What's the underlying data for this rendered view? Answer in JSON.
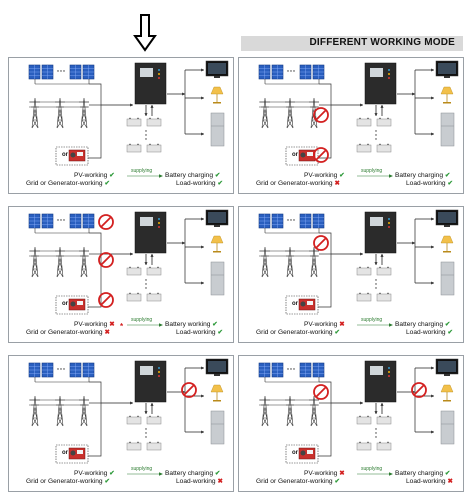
{
  "banner_title": "DIFFERENT WORKING MODE",
  "colors": {
    "ok": "#2e9a3a",
    "fail": "#d32020",
    "supply_line": "#2e7d32",
    "banner_bg": "#d9d9d9"
  },
  "icons": [
    "down-arrow-icon",
    "solar-panel-icon",
    "power-tower-icon",
    "generator-icon",
    "inverter-icon",
    "battery-icon",
    "tv-icon",
    "lamp-icon",
    "fridge-icon",
    "no-sign-icon",
    "check-mark",
    "cross-mark"
  ],
  "panels": [
    {
      "or_label": "or",
      "pv_label": "PV-working",
      "pv_mark": "✔",
      "grid_label": "Grid  or Generator-working",
      "grid_mark": "✔",
      "supplying_label": "supplying",
      "battery_label": "Battery charging",
      "battery_mark": "✔",
      "load_label": "Load-working",
      "load_mark": "✔"
    },
    {
      "or_label": "or",
      "pv_label": "PV-working",
      "pv_mark": "✔",
      "grid_label": "Grid  or Generator-working",
      "grid_mark": "✖",
      "supplying_label": "supplying",
      "battery_label": "Battery charging",
      "battery_mark": "✔",
      "load_label": "Load-working",
      "load_mark": "✔"
    },
    {
      "or_label": "or",
      "pv_label": "PV-working",
      "pv_mark": "✖",
      "grid_label": "Grid  or Generator-working",
      "grid_mark": "✖",
      "star": "*",
      "supplying_label": "supplying",
      "battery_label": "Battery working",
      "battery_mark": "✔",
      "load_label": "Load-working",
      "load_mark": "✔"
    },
    {
      "or_label": "or",
      "pv_label": "PV-working",
      "pv_mark": "✖",
      "grid_label": "Grid  or Generator-working",
      "grid_mark": "✔",
      "supplying_label": "supplying",
      "battery_label": "Battery charging",
      "battery_mark": "✔",
      "load_label": "Load-working",
      "load_mark": "✔"
    },
    {
      "or_label": "or",
      "pv_label": "PV-working",
      "pv_mark": "✔",
      "grid_label": "Grid  or Generator-working",
      "grid_mark": "✔",
      "supplying_label": "supplying",
      "battery_label": "Battery charging",
      "battery_mark": "✔",
      "load_label": "Load-working",
      "load_mark": "✖"
    },
    {
      "or_label": "or",
      "pv_label": "PV-working",
      "pv_mark": "✖",
      "grid_label": "Grid  or Generator-working",
      "grid_mark": "✔",
      "supplying_label": "supplying",
      "battery_label": "Battery charging",
      "battery_mark": "✔",
      "load_label": "Load-working",
      "load_mark": "✖"
    }
  ]
}
